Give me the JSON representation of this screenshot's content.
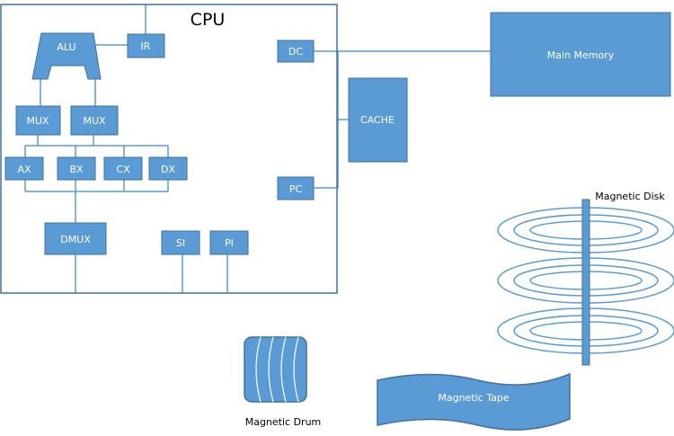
{
  "colors": {
    "fill": "#5b9bd5",
    "stroke": "#41719c",
    "line": "#5b9bd5",
    "text_on_box": "#ffffff",
    "text": "#000000"
  },
  "cpu": {
    "title": "CPU",
    "alu": "ALU",
    "ir": "IR",
    "mux": [
      "MUX",
      "MUX"
    ],
    "registers": [
      "AX",
      "BX",
      "CX",
      "DX"
    ],
    "dmux": "DMUX",
    "si": "SI",
    "pi": "PI",
    "dc": "DC",
    "pc": "PC"
  },
  "cache": "CACHE",
  "main_memory": "Main Memory",
  "magnetic_disk": "Magnetic Disk",
  "magnetic_drum": "Magnetic Drum",
  "magnetic_tape": "Magnetic Tape"
}
